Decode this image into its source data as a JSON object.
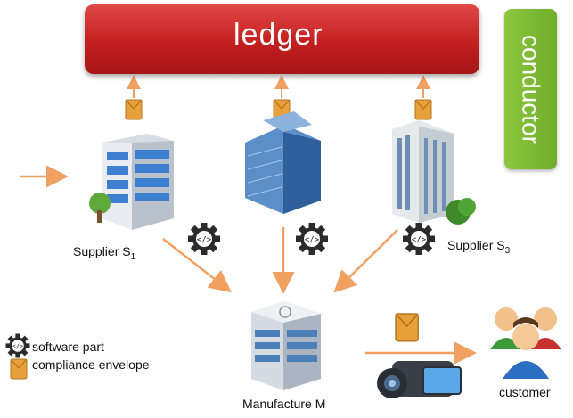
{
  "ledger": {
    "label": "ledger"
  },
  "conductor": {
    "label": "conductor"
  },
  "suppliers": [
    {
      "name": "Supplier S",
      "sub": "1"
    },
    {
      "name": "Supplier S",
      "sub": "3"
    }
  ],
  "manufacturer": {
    "label": "Manufacture M"
  },
  "customer": {
    "label": "customer"
  },
  "legend": {
    "software_part": "software part",
    "compliance_envelope": "compliance envelope"
  },
  "colors": {
    "ledger": "#c62828",
    "conductor": "#7cb342",
    "arrow": "#f0a060",
    "envelope": "#e8a13a"
  }
}
